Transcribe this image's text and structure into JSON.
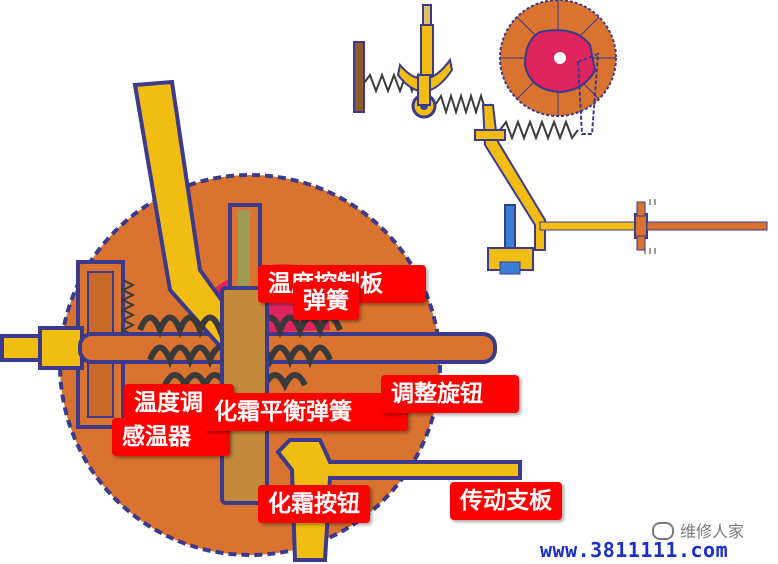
{
  "labels": {
    "temp_control_plate": "温度控制板",
    "spring": "弹簧",
    "temp_adjust": "温度调",
    "sensor": "感温器",
    "defrost_balance_spring": "化霜平衡弹簧",
    "adjust_knob": "调整旋钮",
    "defrost_button": "化霜按钮",
    "drive_plate": "传动支板"
  },
  "watermark": {
    "brand": "维修人家",
    "url": "www.3811111.com"
  },
  "colors": {
    "body_orange": "#d9732f",
    "dashed_border": "#3b3a8c",
    "lever_yellow": "#f2bd12",
    "outline": "#3b3a8c",
    "spring_dark": "#3a3a3a",
    "cam_red": "#e0245e",
    "label_red": "#ff0000",
    "url_blue": "#1a2ec8"
  }
}
